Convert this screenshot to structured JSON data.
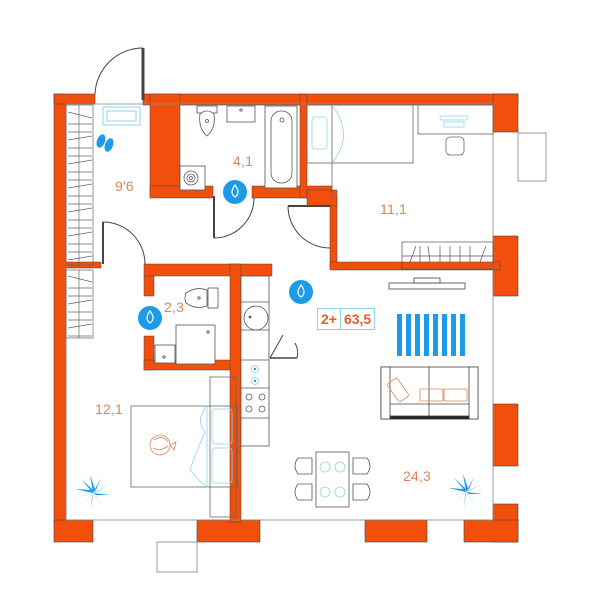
{
  "plan": {
    "type": "apartment floor plan",
    "colors": {
      "wall": "#f24f0c",
      "outline": "#555555",
      "accent_blue": "#1e9be6",
      "light_blue": "#8fd3ea",
      "label": "#d9865a",
      "badge_text": "#e0602a"
    },
    "badge": {
      "rooms": "2+",
      "total_area": "63,5"
    },
    "rooms": [
      {
        "id": "hallway",
        "area": "9'6"
      },
      {
        "id": "bathroom",
        "area": "4,1"
      },
      {
        "id": "bedroom-small",
        "area": "11,1"
      },
      {
        "id": "wc",
        "area": "2,3"
      },
      {
        "id": "bedroom",
        "area": "12,1"
      },
      {
        "id": "living-kitchen",
        "area": "24,3"
      }
    ]
  }
}
